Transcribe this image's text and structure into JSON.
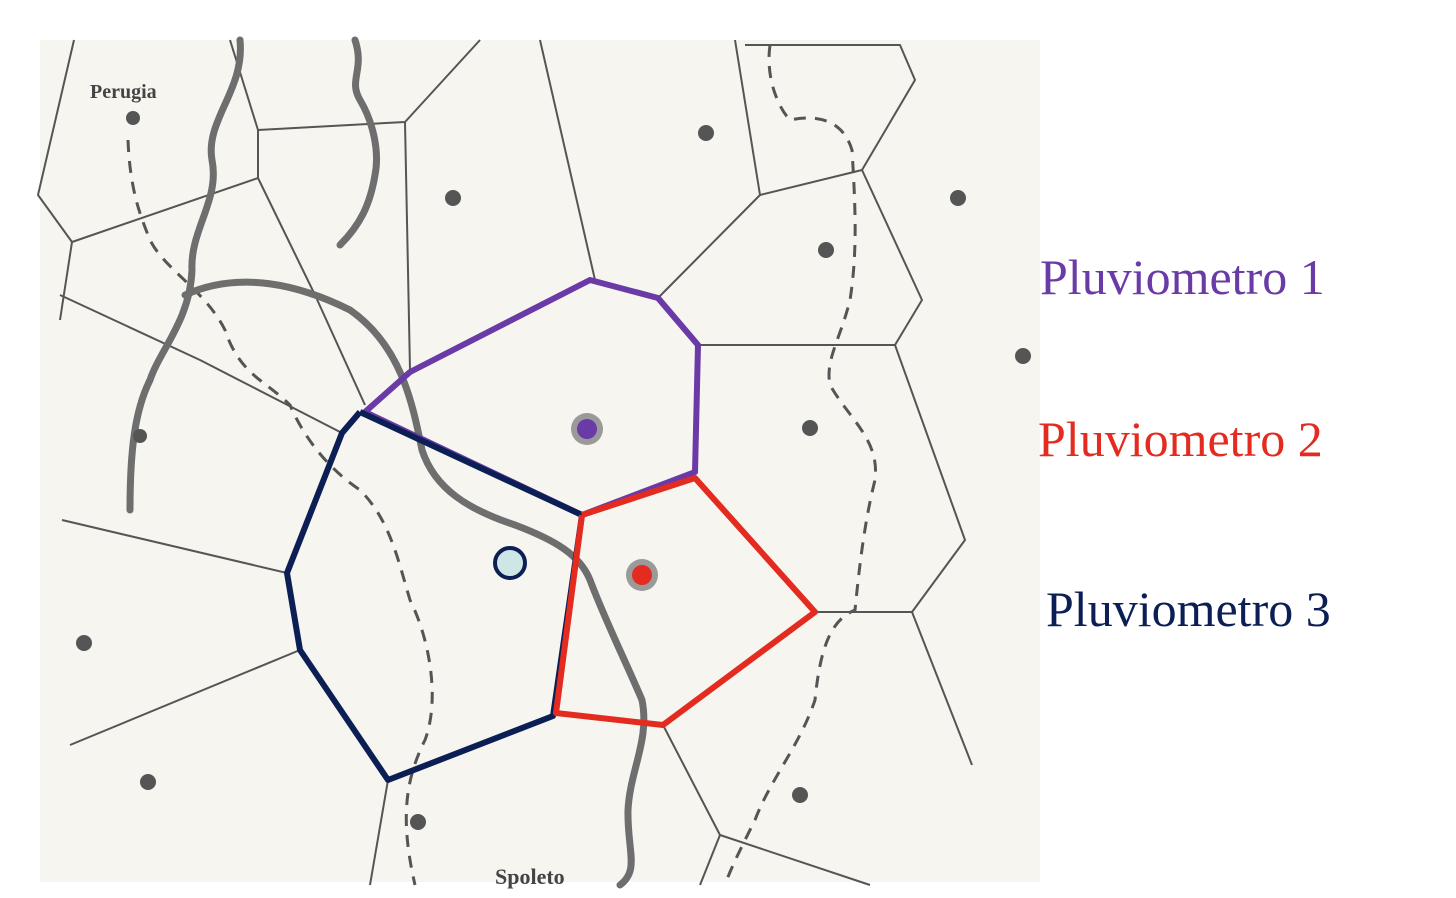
{
  "map": {
    "cities": {
      "north": "Perugia",
      "south": "Spoleto"
    }
  },
  "legend": {
    "items": [
      {
        "label": "Pluviometro 1",
        "color": "#6a3aa6"
      },
      {
        "label": "Pluviometro 2",
        "color": "#e32b20"
      },
      {
        "label": "Pluviometro 3",
        "color": "#0c1f55"
      }
    ]
  },
  "colors": {
    "map_background": "#f6f5f0",
    "map_lines": "#555555",
    "river": "#6e6e6e",
    "gauge_dot": "#555555",
    "gauge_3_fill": "#cfe6e6"
  }
}
